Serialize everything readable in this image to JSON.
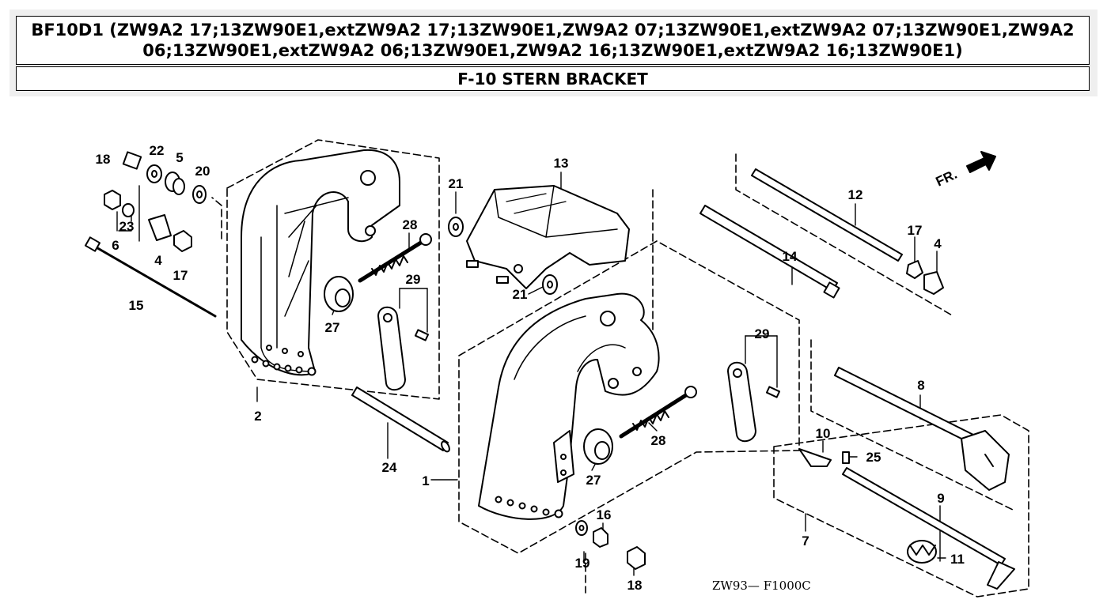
{
  "header": {
    "title_line1": "BF10D1 (ZW9A2 17;13ZW90E1,extZW9A2 17;13ZW90E1,ZW9A2 07;13ZW90E1,extZW9A2 07;13ZW90E1,ZW9A2",
    "title_line2": "06;13ZW90E1,extZW9A2 06;13ZW90E1,ZW9A2 16;13ZW90E1,extZW9A2 16;13ZW90E1)",
    "section": "F-10 STERN BRACKET"
  },
  "diagram": {
    "direction_label": "FR.",
    "drawing_code": "ZW93— F1000C",
    "callouts": {
      "p1": "1",
      "p2": "2",
      "p4a": "4",
      "p4b": "4",
      "p5": "5",
      "p6": "6",
      "p7": "7",
      "p8": "8",
      "p9": "9",
      "p10": "10",
      "p11": "11",
      "p12": "12",
      "p13": "13",
      "p14": "14",
      "p15": "15",
      "p16": "16",
      "p17a": "17",
      "p17b": "17",
      "p18a": "18",
      "p18b": "18",
      "p19": "19",
      "p20": "20",
      "p21a": "21",
      "p21b": "21",
      "p22": "22",
      "p23": "23",
      "p24": "24",
      "p25": "25",
      "p27a": "27",
      "p27b": "27",
      "p28a": "28",
      "p28b": "28",
      "p29a": "29",
      "p29b": "29"
    }
  }
}
